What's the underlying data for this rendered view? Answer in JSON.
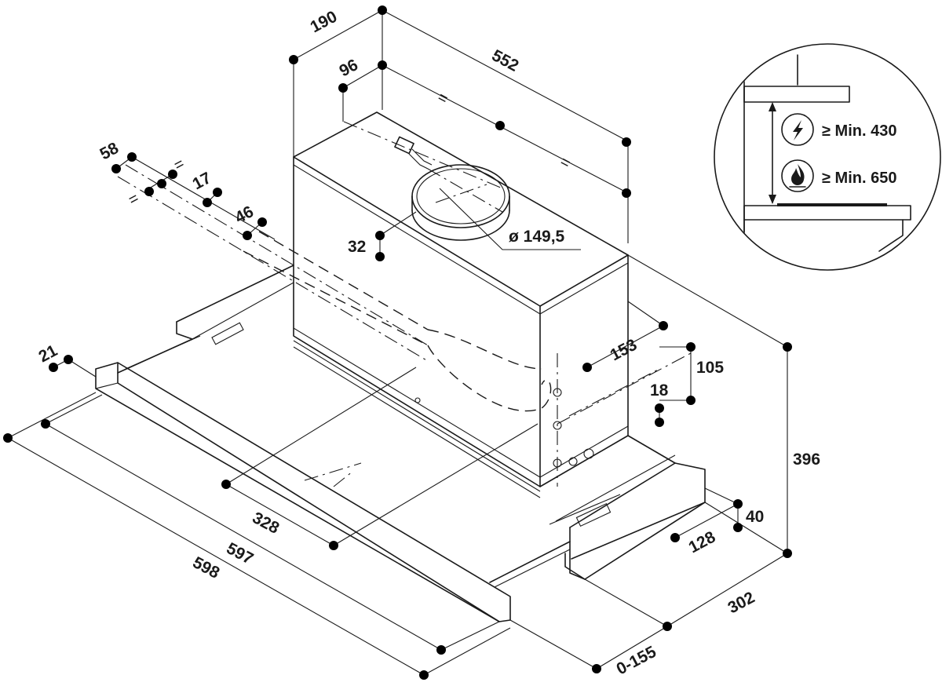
{
  "dimensions": {
    "d190": "190",
    "d96": "96",
    "d552": "552",
    "d58": "58",
    "d17": "17",
    "d46": "46",
    "d32": "32",
    "d149": "ø 149,5",
    "d153": "153",
    "d105": "105",
    "d18": "18",
    "d396": "396",
    "d21": "21",
    "d328": "328",
    "d597": "597",
    "d598": "598",
    "d40": "40",
    "d128": "128",
    "d302": "302",
    "d0155": "0-155",
    "eq_symbol": "="
  },
  "inset": {
    "electric_label": "≥ Min. 430",
    "gas_label": "≥ Min. 650",
    "electric_icon": "lightning-icon",
    "gas_icon": "flame-icon"
  },
  "colors": {
    "line": "#1a1a1a",
    "background": "#ffffff"
  }
}
